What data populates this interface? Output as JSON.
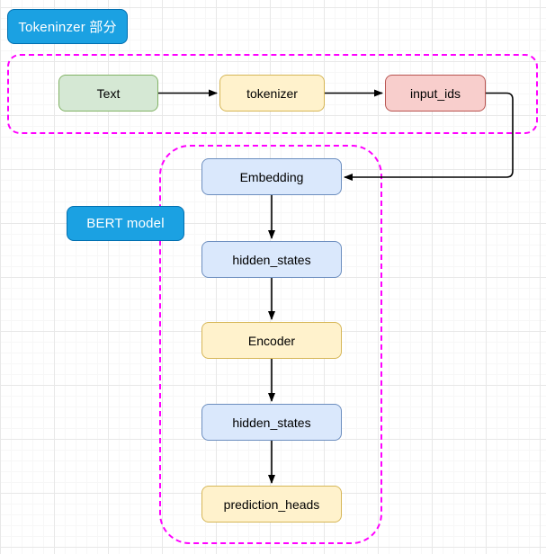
{
  "diagram": {
    "title_labels": [
      {
        "id": "tokenizer-section",
        "text": "Tokeninzer 部分"
      },
      {
        "id": "bert-section",
        "text": "BERT model"
      }
    ],
    "nodes": [
      {
        "id": "text",
        "label": "Text",
        "color": "#d5e8d4",
        "border": "#82b366"
      },
      {
        "id": "tokenizer",
        "label": "tokenizer",
        "color": "#fff2cc",
        "border": "#d6b656"
      },
      {
        "id": "input_ids",
        "label": "input_ids",
        "color": "#f8cecc",
        "border": "#b85450"
      },
      {
        "id": "embedding",
        "label": "Embedding",
        "color": "#dae8fc",
        "border": "#6c8ebf"
      },
      {
        "id": "hidden_states_1",
        "label": "hidden_states",
        "color": "#dae8fc",
        "border": "#6c8ebf"
      },
      {
        "id": "encoder",
        "label": "Encoder",
        "color": "#fff2cc",
        "border": "#d6b656"
      },
      {
        "id": "hidden_states_2",
        "label": "hidden_states",
        "color": "#dae8fc",
        "border": "#6c8ebf"
      },
      {
        "id": "prediction_heads",
        "label": "prediction_heads",
        "color": "#fff2cc",
        "border": "#d6b656"
      }
    ],
    "edges": [
      {
        "from": "text",
        "to": "tokenizer"
      },
      {
        "from": "tokenizer",
        "to": "input_ids"
      },
      {
        "from": "input_ids",
        "to": "embedding"
      },
      {
        "from": "embedding",
        "to": "hidden_states_1"
      },
      {
        "from": "hidden_states_1",
        "to": "encoder"
      },
      {
        "from": "encoder",
        "to": "hidden_states_2"
      },
      {
        "from": "hidden_states_2",
        "to": "prediction_heads"
      }
    ],
    "groups": [
      {
        "id": "tokenizer-group",
        "border_color": "#ff00ff",
        "style": "dashed"
      },
      {
        "id": "bert-group",
        "border_color": "#ff00ff",
        "style": "dashed"
      }
    ],
    "colors": {
      "group_border": "#ff00ff",
      "label_fill": "#1ba1e2",
      "label_text": "#ffffff",
      "edge": "#000000",
      "canvas": "#ffffff",
      "grid_minor": "#f7f7f7",
      "grid_major": "#e8e8e8"
    }
  }
}
